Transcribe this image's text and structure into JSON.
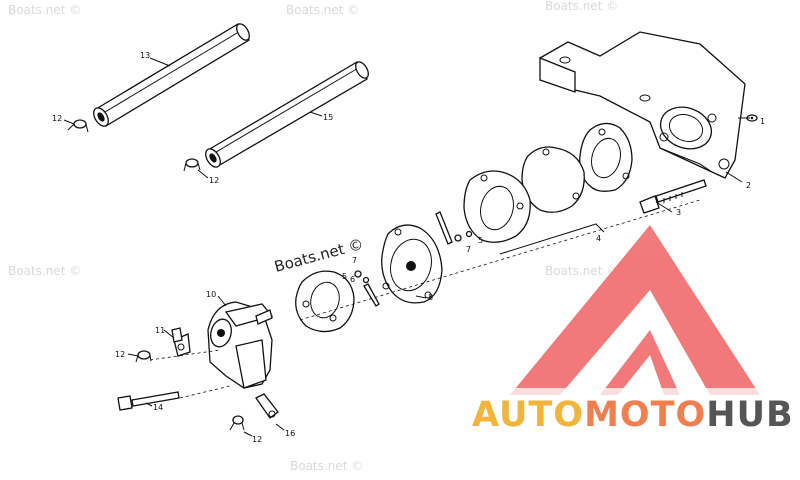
{
  "watermark": {
    "text": "Boats.net ©"
  },
  "callouts": {
    "c1": "1",
    "c2": "2",
    "c3": "3",
    "c4": "4",
    "c5a": "5",
    "c5b": "5",
    "c6": "6",
    "c7a": "7",
    "c7b": "7",
    "c8": "8",
    "c10": "10",
    "c11": "11",
    "c12a": "12",
    "c12b": "12",
    "c12c": "12",
    "c12d": "12",
    "c13": "13",
    "c14": "14",
    "c15": "15",
    "c16": "16"
  },
  "logo": {
    "word_a": "AUTO",
    "word_b": "MOTO",
    "word_c": "HUB",
    "colors": {
      "triangle": "#f06b6b",
      "auto": "#f2b43a",
      "moto": "#f07f4f",
      "hub": "#555555"
    }
  }
}
